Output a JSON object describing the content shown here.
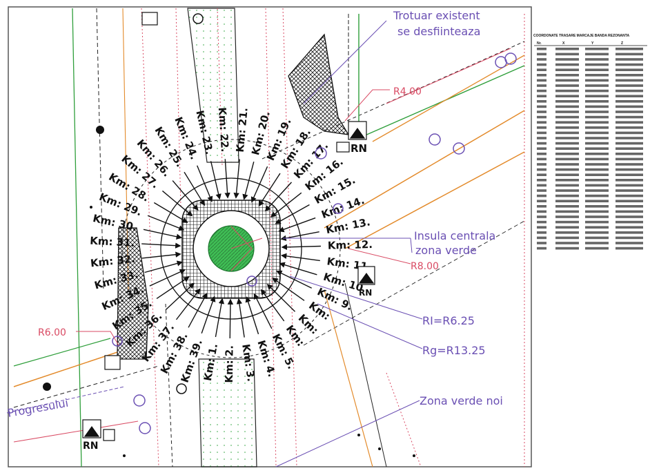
{
  "labels": {
    "trotuar_line1": "Trotuar existent",
    "trotuar_line2": "se desfiinteaza",
    "r4": "R4.00",
    "insula_line1": "Insula centrala",
    "insula_line2": "zona verde",
    "r8": "R8.00",
    "ri": "RI=R6.25",
    "rg": "Rg=R13.25",
    "r6": "R6.00",
    "zona_verde": "Zona verde noi",
    "street": "Progresului",
    "rn": "RN",
    "km_prefix": "Km:"
  },
  "km_numbers": [
    "1.",
    "2.",
    "3.",
    "4.",
    "5.",
    "",
    "",
    "",
    "9.",
    "10",
    "11.",
    "12.",
    "13.",
    "14.",
    "15.",
    "16.",
    "17.",
    "18.",
    "19.",
    "20.",
    "21.",
    "22.",
    "23.",
    "24.",
    "25.",
    "26.",
    "27.",
    "28.",
    "29.",
    "30.",
    "31.",
    "32.",
    "33.",
    "34.",
    "35.",
    "36.",
    "37.",
    "38.",
    "39."
  ],
  "coord_table": {
    "title": "COORDONATE TRASARE MARCAJE BANDA REZONANTA",
    "headers": [
      "Nr.",
      "X",
      "Y",
      "Z"
    ],
    "row_count": 39
  },
  "colors": {
    "frame": "#555555",
    "purple": "#6a4fb3",
    "red": "#d94a63",
    "green": "#2e9e3a",
    "orange": "#e38a2a",
    "hatch": "#222222",
    "dotfill": "#5fb86a"
  }
}
